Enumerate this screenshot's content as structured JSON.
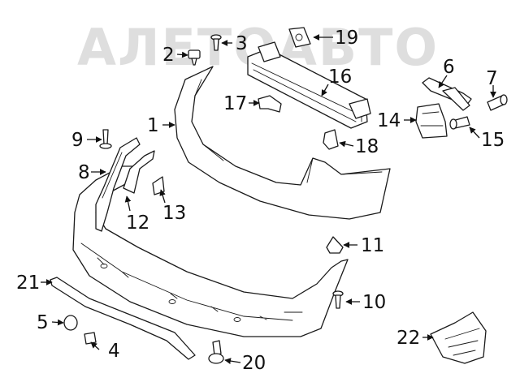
{
  "watermark": "АЛЕТОАВТО",
  "callouts": [
    "1",
    "2",
    "3",
    "4",
    "5",
    "6",
    "7",
    "8",
    "9",
    "10",
    "11",
    "12",
    "13",
    "14",
    "15",
    "16",
    "17",
    "18",
    "19",
    "20",
    "21",
    "22"
  ]
}
